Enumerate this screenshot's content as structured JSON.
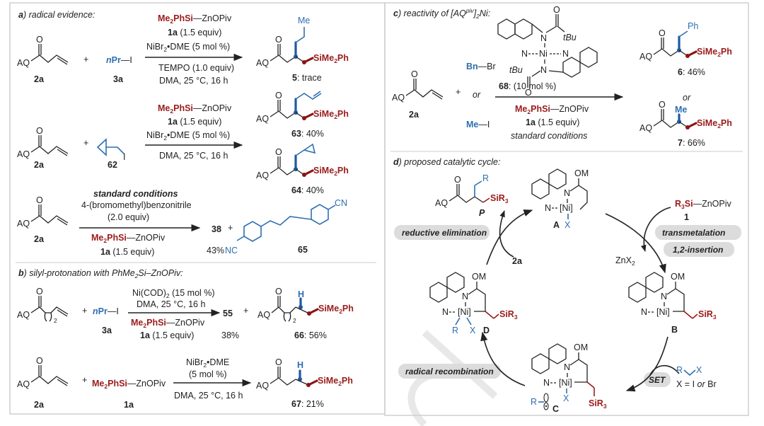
{
  "colors": {
    "silicon_red": "#9b1b1b",
    "alkyl_blue": "#2f6fb0",
    "pill_gray": "#dcdcdc",
    "frame_gray": "#cfcfcf"
  },
  "panel_a": {
    "label_letter": "a",
    "label_text": ") radical evidence:",
    "rxn1": {
      "substrate": "AQ",
      "substrate_id": "2a",
      "plus": "+",
      "reagent_prefix": "n",
      "reagent_main": "Pr",
      "reagent_suffix": "—I",
      "reagent_id": "3a",
      "cond_si": "Me",
      "cond_si_sub": "2",
      "cond_si_rest": "PhSi",
      "cond_zn": "—ZnOPiv",
      "cond_equiv_id": "1a",
      "cond_equiv": " (1.5 equiv)",
      "cond_cat_a": "NiBr",
      "cond_cat_sub": "2",
      "cond_cat_b": "•DME (5 mol %)",
      "cond_below_1": "TEMPO (1.0 equiv)",
      "cond_below_2": "DMA, 25 °C, 16 h",
      "product_group": "Me",
      "product_si": "SiMe",
      "product_si_sub": "2",
      "product_si_end": "Ph",
      "product_id": "5",
      "product_yield": ": trace"
    },
    "rxn2": {
      "substrate": "AQ",
      "substrate_id": "2a",
      "plus": "+",
      "reagent_id": "62",
      "reagent_atom": "I",
      "cond_si": "Me",
      "cond_si_sub": "2",
      "cond_si_rest": "PhSi",
      "cond_zn": "—ZnOPiv",
      "cond_equiv_id": "1a",
      "cond_equiv": " (1.5 equiv)",
      "cond_cat_a": "NiBr",
      "cond_cat_sub": "2",
      "cond_cat_b": "•DME (5 mol %)",
      "cond_below": "DMA, 25 °C, 16 h",
      "product1_id": "63",
      "product1_yield": ": 40%",
      "product2_id": "64",
      "product2_yield": ": 40%",
      "product_si": "SiMe",
      "product_si_sub": "2",
      "product_si_end": "Ph"
    },
    "rxn3": {
      "substrate": "AQ",
      "substrate_id": "2a",
      "cond_title": "standard conditions",
      "cond_1": "4-(bromomethyl)benzonitrile",
      "cond_2": "(2.0 equiv)",
      "cond_si": "Me",
      "cond_si_sub": "2",
      "cond_si_rest": "PhSi",
      "cond_zn": "—ZnOPiv",
      "cond_equiv_id": "1a",
      "cond_equiv": " (1.5 equiv)",
      "product_id": "38",
      "product_yield": "43%",
      "plus": "+",
      "dimer_id": "65",
      "cn_left": "NC",
      "cn_right": "CN"
    }
  },
  "panel_b": {
    "label_letter": "b",
    "label_text_a": ") silyl-protonation with PhMe",
    "label_sub": "2",
    "label_text_b": "Si–ZnOPiv:",
    "rxn1": {
      "substrate": "AQ",
      "chain_sub": "2",
      "plus": "+",
      "reagent_prefix": "n",
      "reagent_main": "Pr",
      "reagent_suffix": "—I",
      "reagent_id": "3a",
      "cond_above_a": "Ni(COD)",
      "cond_above_sub": "2",
      "cond_above_b": " (15 mol %)",
      "cond_above_2": "DMA, 25 °C, 16 h",
      "cond_si": "Me",
      "cond_si_sub": "2",
      "cond_si_rest": "PhSi",
      "cond_zn": "—ZnOPiv",
      "cond_equiv_id": "1a",
      "cond_equiv": " (1.5 equiv)",
      "product_a_id": "55",
      "product_a_yield": "38%",
      "plus2": "+",
      "product_H": "H",
      "product_si": "SiMe",
      "product_si_sub": "2",
      "product_si_end": "Ph",
      "product_b_id": "66",
      "product_b_yield": ": 56%"
    },
    "rxn2": {
      "substrate": "AQ",
      "substrate_id": "2a",
      "plus": "+",
      "reagent_si": "Me",
      "reagent_si_sub": "2",
      "reagent_si_rest": "PhSi",
      "reagent_zn": "—ZnOPiv",
      "reagent_id": "1a",
      "cond_above_a": "NiBr",
      "cond_above_sub": "2",
      "cond_above_b": "•DME",
      "cond_above_2": "(5 mol %)",
      "cond_below": "DMA, 25 °C, 16 h",
      "product_H": "H",
      "product_si": "SiMe",
      "product_si_sub": "2",
      "product_si_end": "Ph",
      "product_id": "67",
      "product_yield": ": 21%"
    }
  },
  "panel_c": {
    "label_letter": "c",
    "label_text_a": ") reactivity of [AQ",
    "label_sup": "piv",
    "label_text_b": "]",
    "label_sub": "2",
    "label_text_c": "Ni:",
    "substrate": "AQ",
    "substrate_id": "2a",
    "plus": "+",
    "reagent1_main": "Bn",
    "reagent1_rest": "—Br",
    "or": "or",
    "reagent2_main": "Me",
    "reagent2_rest": "—I",
    "catalyst_id": "68",
    "catalyst_load": ": (10 mol %)",
    "catalyst_tbu": "tBu",
    "catalyst_N": "N",
    "catalyst_Ni": "Ni",
    "catalyst_O": "O",
    "cond_si": "Me",
    "cond_si_sub": "2",
    "cond_si_rest": "PhSi",
    "cond_zn": "—ZnOPiv",
    "cond_equiv_id": "1a",
    "cond_equiv": " (1.5 equiv)",
    "cond_std": "standard conditions",
    "product1_group": "Ph",
    "product1_id": "6",
    "product1_yield": ": 46%",
    "product2_group": "Me",
    "product2_id": "7",
    "product2_yield": ": 66%",
    "product_si": "SiMe",
    "product_si_sub": "2",
    "product_si_end": "Ph"
  },
  "panel_d": {
    "label_letter": "d",
    "label_text": ") proposed catalytic cycle:",
    "product_P": {
      "substrate": "AQ",
      "R": "R",
      "si": "SiR",
      "si_sub": "3",
      "id": "P"
    },
    "complex_A": {
      "id": "A",
      "OM": "OM",
      "N": "N",
      "Ni": "[Ni]",
      "X": "X"
    },
    "complex_B": {
      "id": "B",
      "OM": "OM",
      "N": "N",
      "Ni": "[Ni]",
      "si": "SiR",
      "si_sub": "3"
    },
    "complex_C": {
      "id": "C",
      "OM": "OM",
      "N": "N",
      "Ni": "[Ni]",
      "X": "X",
      "R": "R",
      "si": "SiR",
      "si_sub": "3"
    },
    "complex_D": {
      "id": "D",
      "OM": "OM",
      "N": "N",
      "Ni": "[Ni]",
      "X": "X",
      "R": "R",
      "si": "SiR",
      "si_sub": "3"
    },
    "reagent_1": {
      "si": "R",
      "si_sub": "3",
      "si_b": "Si",
      "zn": "—ZnOPiv",
      "id": "1"
    },
    "byproduct": {
      "a": "ZnX",
      "sub": "2"
    },
    "alkene_in": "2a",
    "alkyl_halide": {
      "R": "R",
      "X": "X",
      "note_a": "X = I ",
      "note_or": "or",
      "note_b": " Br"
    },
    "steps": {
      "reductive_elimination": "reductive elimination",
      "transmetalation": "transmetalation",
      "insertion": "1,2-insertion",
      "set": "SET",
      "radical_recombination": "radical recombination"
    }
  }
}
